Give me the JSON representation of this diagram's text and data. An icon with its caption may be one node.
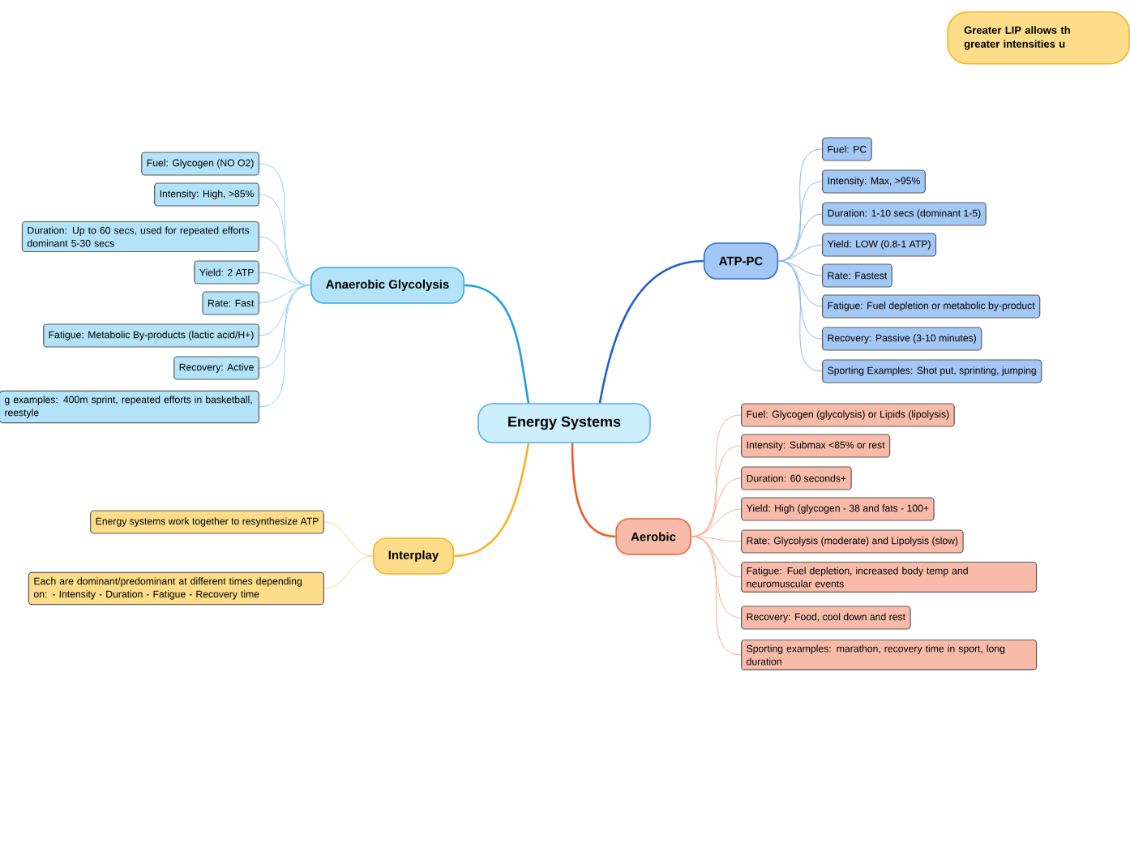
{
  "diagram": {
    "nodes": [
      {
        "text": [
          "Energy Systems"
        ]
      },
      {
        "text": [
          "Anaerobic Glycolysis"
        ]
      },
      {
        "text": [
          "Fuel: Glycogen (NO O2)"
        ]
      },
      {
        "text": [
          "Intensity: High, >85%"
        ]
      },
      {
        "text": [
          "Duration: Up to 60 secs, used for repeated efforts dominant 5-30 secs"
        ]
      },
      {
        "text": [
          "Yield: 2 ATP"
        ]
      },
      {
        "text": [
          "Rate: Fast"
        ]
      },
      {
        "text": [
          "Fatigue: Metabolic By-products (lactic acid/H+)"
        ]
      },
      {
        "text": [
          "Recovery: Active"
        ]
      },
      {
        "text": [
          "g examples: 400m sprint, repeated efforts in basketball, reestyle"
        ]
      },
      {
        "text": [
          "ATP-PC"
        ]
      },
      {
        "text": [
          "Fuel: PC"
        ]
      },
      {
        "text": [
          "Intensity: Max, >95%"
        ]
      },
      {
        "text": [
          "Duration: 1-10 secs (dominant 1-5)"
        ]
      },
      {
        "text": [
          "Yield: LOW (0.8-1 ATP)"
        ]
      },
      {
        "text": [
          "Rate: Fastest"
        ]
      },
      {
        "text": [
          "Fatigue: Fuel depletion or metabolic by-product"
        ]
      },
      {
        "text": [
          "Recovery: Passive (3-10 minutes)"
        ]
      },
      {
        "text": [
          "Sporting Examples: Shot put, sprinting, jumping"
        ]
      },
      {
        "text": [
          "Aerobic"
        ]
      },
      {
        "text": [
          "Fuel: Glycogen (glycolysis) or Lipids (lipolysis)"
        ]
      },
      {
        "text": [
          "Intensity: Submax <85% or rest"
        ]
      },
      {
        "text": [
          "Duration: 60 seconds+"
        ]
      },
      {
        "text": [
          "Yield: High (glycogen - 38 and fats - 100+"
        ]
      },
      {
        "text": [
          "Rate: Glycolysis (moderate) and Lipolysis (slow)"
        ]
      },
      {
        "text": [
          "Fatigue: Fuel depletion, increased body temp and neuromuscular events"
        ]
      },
      {
        "text": [
          "Recovery: Food, cool down and rest"
        ]
      },
      {
        "text": [
          "Sporting examples: marathon, recovery time in sport, long duration"
        ]
      },
      {
        "text": [
          "Interplay"
        ]
      },
      {
        "text": [
          "Energy systems work together to resynthesize ATP"
        ]
      },
      {
        "text": [
          "Each are dominant/predominant at different times depending on: - Intensity - Duration - Fatigue - Recovery time"
        ]
      },
      {
        "text": [
          "Greater LIP allows th greater intensities u"
        ]
      }
    ],
    "edges": [
      {
        "from": 0,
        "to": 1,
        "arrow": "none",
        "color": "#1e9ee0"
      },
      {
        "from": 0,
        "to": 10,
        "arrow": "none",
        "color": "#1f5fd0"
      },
      {
        "from": 0,
        "to": 19,
        "arrow": "none",
        "color": "#f05a28"
      },
      {
        "from": 0,
        "to": 28,
        "arrow": "none",
        "color": "#f5b323"
      },
      {
        "from": 1,
        "to": 2,
        "arrow": "none",
        "color": "#8fd3f4"
      },
      {
        "from": 1,
        "to": 3,
        "arrow": "none",
        "color": "#8fd3f4"
      },
      {
        "from": 1,
        "to": 4,
        "arrow": "none",
        "color": "#8fd3f4"
      },
      {
        "from": 1,
        "to": 5,
        "arrow": "none",
        "color": "#8fd3f4"
      },
      {
        "from": 1,
        "to": 6,
        "arrow": "none",
        "color": "#8fd3f4"
      },
      {
        "from": 1,
        "to": 7,
        "arrow": "none",
        "color": "#8fd3f4"
      },
      {
        "from": 1,
        "to": 8,
        "arrow": "none",
        "color": "#8fd3f4"
      },
      {
        "from": 1,
        "to": 9,
        "arrow": "none",
        "color": "#8fd3f4"
      },
      {
        "from": 10,
        "to": 11,
        "arrow": "none",
        "color": "#8db4ec"
      },
      {
        "from": 10,
        "to": 12,
        "arrow": "none",
        "color": "#8db4ec"
      },
      {
        "from": 10,
        "to": 13,
        "arrow": "none",
        "color": "#8db4ec"
      },
      {
        "from": 10,
        "to": 14,
        "arrow": "none",
        "color": "#8db4ec"
      },
      {
        "from": 10,
        "to": 15,
        "arrow": "none",
        "color": "#8db4ec"
      },
      {
        "from": 10,
        "to": 16,
        "arrow": "none",
        "color": "#8db4ec"
      },
      {
        "from": 10,
        "to": 17,
        "arrow": "none",
        "color": "#8db4ec"
      },
      {
        "from": 10,
        "to": 18,
        "arrow": "none",
        "color": "#8db4ec"
      },
      {
        "from": 19,
        "to": 20,
        "arrow": "none",
        "color": "#f7ad95"
      },
      {
        "from": 19,
        "to": 21,
        "arrow": "none",
        "color": "#f7ad95"
      },
      {
        "from": 19,
        "to": 22,
        "arrow": "none",
        "color": "#f7ad95"
      },
      {
        "from": 19,
        "to": 23,
        "arrow": "none",
        "color": "#f7ad95"
      },
      {
        "from": 19,
        "to": 24,
        "arrow": "none",
        "color": "#f7ad95"
      },
      {
        "from": 19,
        "to": 25,
        "arrow": "none",
        "color": "#f7ad95"
      },
      {
        "from": 19,
        "to": 26,
        "arrow": "none",
        "color": "#f7ad95"
      },
      {
        "from": 19,
        "to": 27,
        "arrow": "none",
        "color": "#f7ad95"
      },
      {
        "from": 28,
        "to": 29,
        "arrow": "none",
        "color": "#fbd67a"
      },
      {
        "from": 28,
        "to": 30,
        "arrow": "none",
        "color": "#fbd67a"
      }
    ]
  }
}
